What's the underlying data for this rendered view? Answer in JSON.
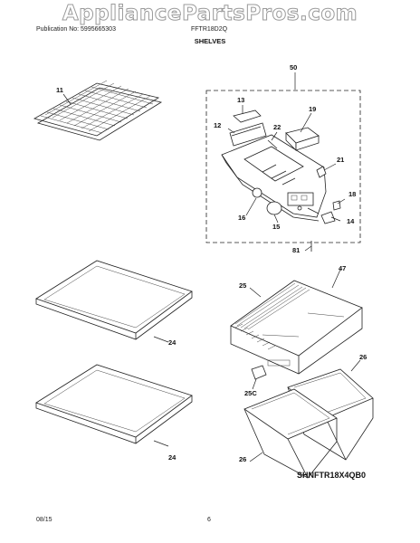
{
  "watermark": "AppliancePartsPros.com",
  "header": {
    "publication": "Publication No: 5995665303",
    "model": "FFTR18D2Q"
  },
  "section_title": "SHELVES",
  "callouts": {
    "c11": "11",
    "c50": "50",
    "c13": "13",
    "c12": "12",
    "c22": "22",
    "c19": "19",
    "c21": "21",
    "c18": "18",
    "c16": "16",
    "c15": "15",
    "c14": "14",
    "c81": "81",
    "c24a": "24",
    "c24b": "24",
    "c25": "25",
    "c47": "47",
    "c26a": "26",
    "c25c": "25C",
    "c26b": "26"
  },
  "diagram_ref": "SHNFTR18X4QB0",
  "footer": {
    "date": "08/15",
    "page": "6"
  }
}
